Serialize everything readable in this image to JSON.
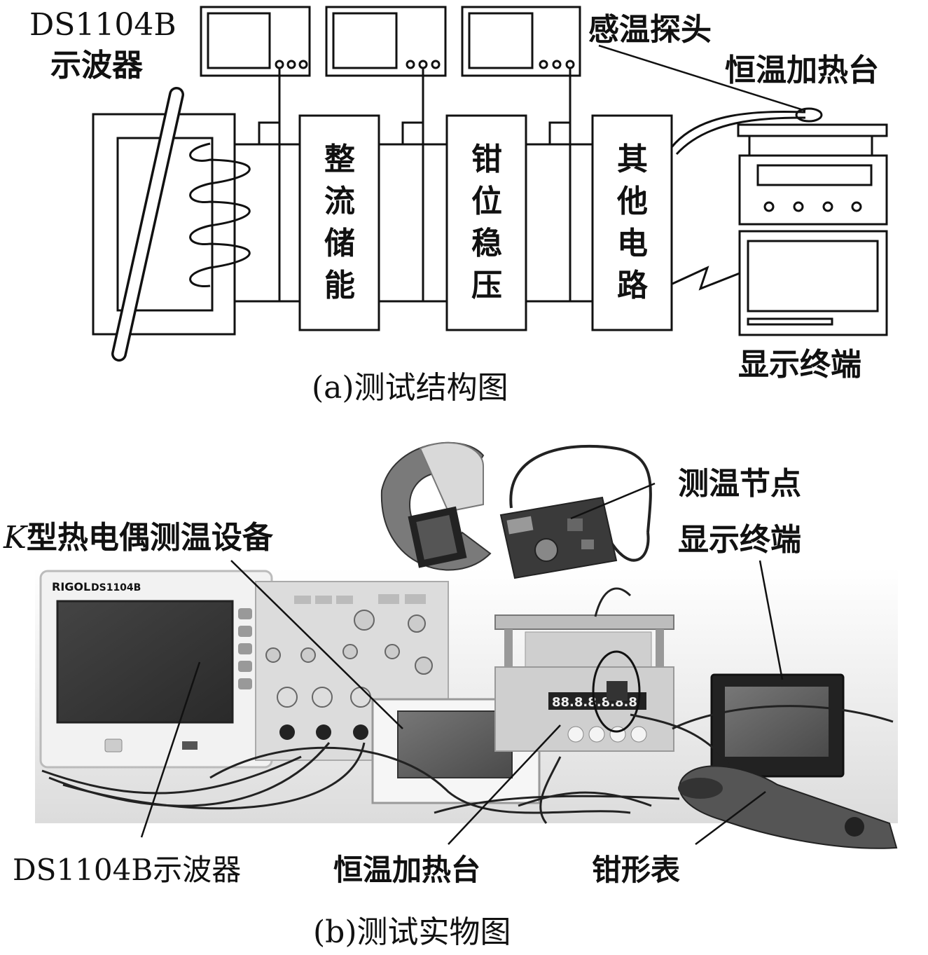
{
  "panel_a": {
    "caption": "(a)测试结构图",
    "oscilloscope_label_line1": "DS1104B",
    "oscilloscope_label_line2": "示波器",
    "probe_label": "感温探头",
    "heater_label": "恒温加热台",
    "terminal_label": "显示终端",
    "blocks": [
      {
        "chars": [
          "整",
          "流",
          "储",
          "能"
        ]
      },
      {
        "chars": [
          "钳",
          "位",
          "稳",
          "压"
        ]
      },
      {
        "chars": [
          "其",
          "他",
          "电",
          "路"
        ]
      }
    ]
  },
  "panel_b": {
    "caption": "(b)测试实物图",
    "k_label_italic": "K",
    "k_label_rest": "型热电偶测温设备",
    "node_label_line1": "测温节点",
    "node_label_line2": "显示终端",
    "scope_label": "DS1104B示波器",
    "heater_label": "恒温加热台",
    "clamp_label": "钳形表",
    "scope_brand": "RIGOL",
    "scope_model": "DS1104B",
    "heater_display": "88.8.8.8.8.8"
  },
  "colors": {
    "ink": "#111111",
    "photo_bg": "#e9e9e9"
  }
}
